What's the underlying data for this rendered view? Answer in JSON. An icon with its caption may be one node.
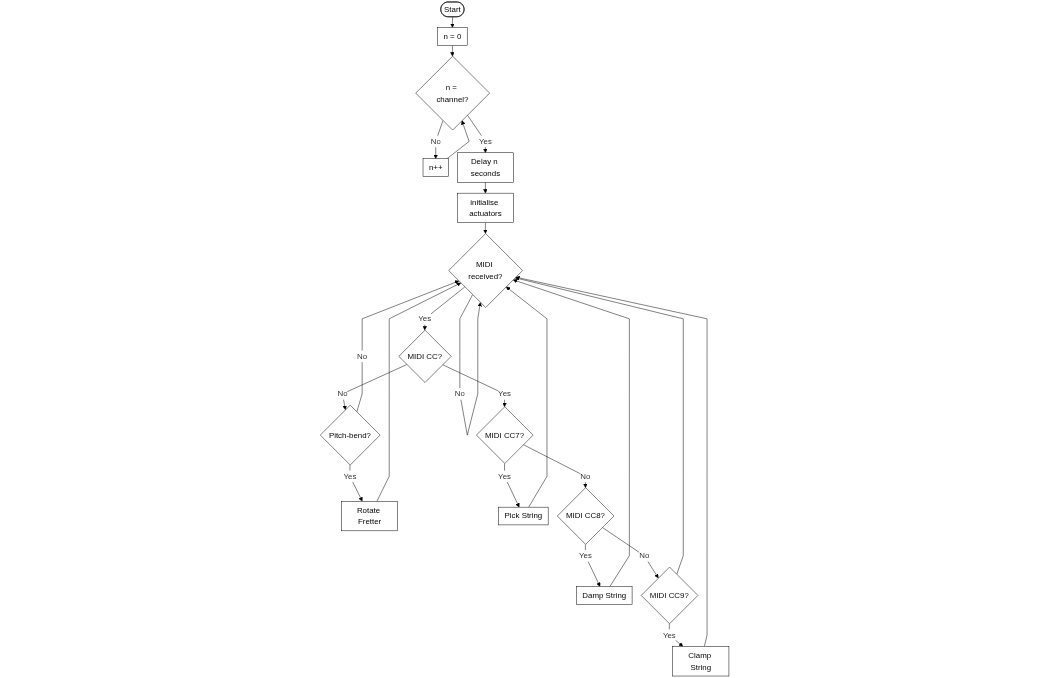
{
  "diagram": {
    "nodes": [
      {
        "text": [
          "Start"
        ]
      },
      {
        "text": [
          "n = 0"
        ]
      },
      {
        "text": [
          "n = channel?"
        ]
      },
      {
        "text": [
          "n++"
        ]
      },
      {
        "text": [
          "Delay n seconds"
        ]
      },
      {
        "text": [
          "initialise actuators"
        ]
      },
      {
        "text": [
          "MIDI received?"
        ]
      },
      {
        "text": [
          "MIDI CC?"
        ]
      },
      {
        "text": [
          "Pitch-bend?"
        ]
      },
      {
        "text": [
          "Rotate Fretter"
        ]
      },
      {
        "text": [
          "MIDI CC7?"
        ]
      },
      {
        "text": [
          "Pick String"
        ]
      },
      {
        "text": [
          "MIDI CC8?"
        ]
      },
      {
        "text": [
          "Damp String"
        ]
      },
      {
        "text": [
          "MIDI CC9?"
        ]
      },
      {
        "text": [
          "Clamp String"
        ]
      }
    ],
    "edges": [
      {
        "from": 0,
        "to": 1,
        "arrow": "to"
      },
      {
        "from": 1,
        "to": 2,
        "arrow": "to"
      },
      {
        "from": 2,
        "to": 3,
        "label": "No",
        "arrow": "to"
      },
      {
        "from": 3,
        "to": 2,
        "arrow": "to"
      },
      {
        "from": 2,
        "to": 4,
        "label": "Yes",
        "arrow": "to"
      },
      {
        "from": 4,
        "to": 5,
        "arrow": "to"
      },
      {
        "from": 5,
        "to": 6,
        "arrow": "to"
      },
      {
        "from": 6,
        "to": 7,
        "label": "Yes",
        "arrow": "to"
      },
      {
        "from": 6,
        "to": 6,
        "label": "No",
        "arrow": "to"
      },
      {
        "from": 7,
        "to": 10,
        "label": "Yes",
        "arrow": "to"
      },
      {
        "from": 7,
        "to": 8,
        "label": "No",
        "arrow": "to"
      },
      {
        "from": 8,
        "to": 9,
        "label": "Yes",
        "arrow": "to"
      },
      {
        "from": 8,
        "to": 6,
        "label": "No",
        "arrow": "to"
      },
      {
        "from": 9,
        "to": 6,
        "arrow": "to"
      },
      {
        "from": 10,
        "to": 11,
        "label": "Yes",
        "arrow": "to"
      },
      {
        "from": 10,
        "to": 12,
        "label": "No",
        "arrow": "to"
      },
      {
        "from": 12,
        "to": 13,
        "label": "Yes",
        "arrow": "to"
      },
      {
        "from": 12,
        "to": 14,
        "label": "No",
        "arrow": "to"
      },
      {
        "from": 14,
        "to": 15,
        "label": "Yes",
        "arrow": "to"
      },
      {
        "from": 14,
        "to": 6,
        "arrow": "to"
      },
      {
        "from": 11,
        "to": 6,
        "arrow": "to"
      },
      {
        "from": 13,
        "to": 6,
        "arrow": "to"
      },
      {
        "from": 15,
        "to": 6,
        "arrow": "to"
      }
    ]
  }
}
